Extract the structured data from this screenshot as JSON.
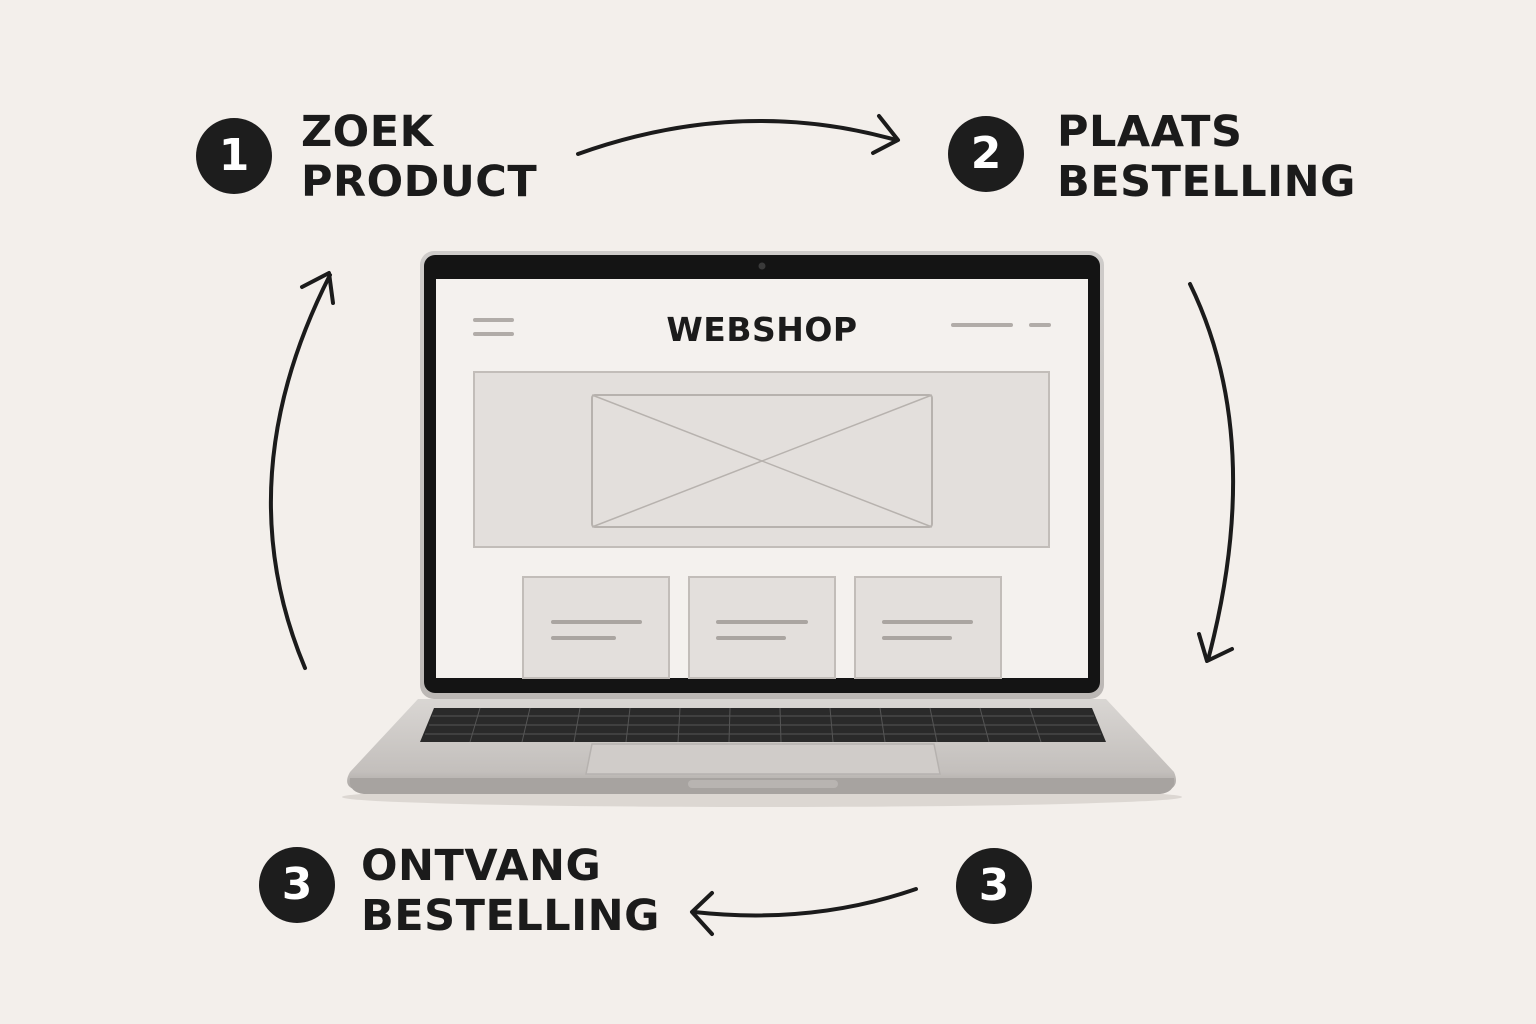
{
  "steps": [
    {
      "number": "1",
      "line1": "ZOEK",
      "line2": "PRODUCT"
    },
    {
      "number": "2",
      "line1": "PLAATS",
      "line2": "BESTELLING"
    },
    {
      "number": "3",
      "line1": "ONTVANG",
      "line2": "BESTELLING"
    },
    {
      "number": "3"
    }
  ],
  "laptop": {
    "site_title": "WEBSHOP"
  },
  "colors": {
    "background": "#f3efeb",
    "ink": "#1d1d1d",
    "screen": "#f4f1ee",
    "wireframe": "#b9b4b0"
  },
  "icons": {
    "menu": "hamburger-menu-icon",
    "image_placeholder": "image-placeholder-icon",
    "camera": "webcam-icon"
  }
}
